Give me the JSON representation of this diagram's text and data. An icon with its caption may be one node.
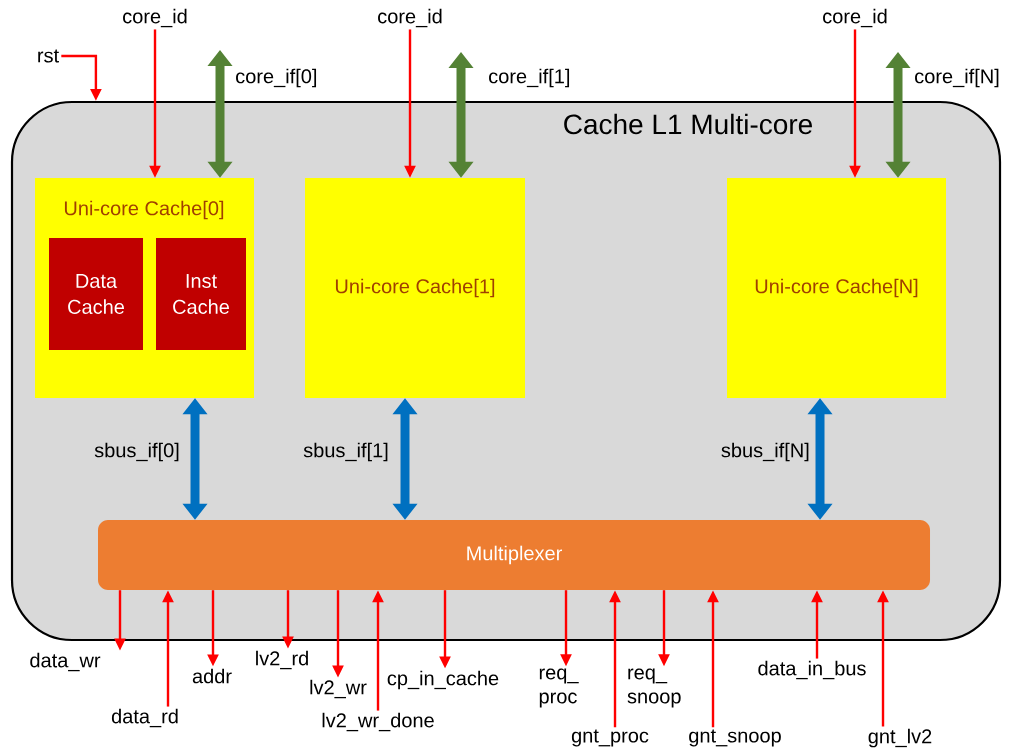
{
  "diagram": {
    "nodes": [
      {
        "text": [
          "Cache L1 Multi-core"
        ]
      },
      {
        "text": [
          "Uni-core Cache[0]"
        ],
        "in": 0
      },
      {
        "text": [
          "Data Cache"
        ],
        "in": 1
      },
      {
        "text": [
          "Inst Cache"
        ],
        "in": 1
      },
      {
        "text": [
          "Uni-core Cache[1]"
        ],
        "in": 0
      },
      {
        "text": [
          "Uni-core Cache[N]"
        ],
        "in": 0
      },
      {
        "text": [
          "Multiplexer"
        ],
        "in": 0
      },
      {
        "text": [
          "rst"
        ]
      },
      {
        "text": [
          "core_id"
        ]
      },
      {
        "text": [
          "core_id"
        ]
      },
      {
        "text": [
          "core_id"
        ]
      },
      {
        "text": [
          "data_wr"
        ]
      },
      {
        "text": [
          "data_rd"
        ]
      },
      {
        "text": [
          "addr"
        ]
      },
      {
        "text": [
          "lv2_rd"
        ]
      },
      {
        "text": [
          "lv2_wr"
        ]
      },
      {
        "text": [
          "lv2_wr_done"
        ]
      },
      {
        "text": [
          "cp_in_cache"
        ]
      },
      {
        "text": [
          "req_ proc"
        ]
      },
      {
        "text": [
          "gnt_proc"
        ]
      },
      {
        "text": [
          "req_ snoop"
        ]
      },
      {
        "text": [
          "gnt_snoop"
        ]
      },
      {
        "text": [
          "data_in_bus"
        ]
      },
      {
        "text": [
          "gnt_lv2"
        ]
      }
    ],
    "edges": [
      {
        "from": 7,
        "to": 0,
        "arrow": "to"
      },
      {
        "from": 8,
        "to": 1,
        "arrow": "to"
      },
      {
        "from": 9,
        "to": 4,
        "arrow": "to"
      },
      {
        "from": 10,
        "to": 5,
        "arrow": "to"
      },
      {
        "from": null,
        "to": 1,
        "arrow": "both",
        "label": "core_if[0]",
        "style": "thick",
        "color": "#548235"
      },
      {
        "from": null,
        "to": 4,
        "arrow": "both",
        "label": "core_if[1]",
        "style": "thick",
        "color": "#548235"
      },
      {
        "from": null,
        "to": 5,
        "arrow": "both",
        "label": "core_if[N]",
        "style": "thick",
        "color": "#548235"
      },
      {
        "from": 1,
        "to": 6,
        "arrow": "both",
        "label": "sbus_if[0]",
        "style": "thick",
        "color": "#0070c0"
      },
      {
        "from": 4,
        "to": 6,
        "arrow": "both",
        "label": "sbus_if[1]",
        "style": "thick",
        "color": "#0070c0"
      },
      {
        "from": 5,
        "to": 6,
        "arrow": "both",
        "label": "sbus_if[N]",
        "style": "thick",
        "color": "#0070c0"
      },
      {
        "from": 6,
        "to": 11,
        "arrow": "to"
      },
      {
        "from": 12,
        "to": 6,
        "arrow": "to"
      },
      {
        "from": 6,
        "to": 13,
        "arrow": "to"
      },
      {
        "from": 6,
        "to": 14,
        "arrow": "to"
      },
      {
        "from": 6,
        "to": 15,
        "arrow": "to"
      },
      {
        "from": 16,
        "to": 6,
        "arrow": "to"
      },
      {
        "from": 6,
        "to": 17,
        "arrow": "to"
      },
      {
        "from": 6,
        "to": 18,
        "arrow": "to"
      },
      {
        "from": 19,
        "to": 6,
        "arrow": "to"
      },
      {
        "from": 6,
        "to": 20,
        "arrow": "to"
      },
      {
        "from": 21,
        "to": 6,
        "arrow": "to"
      },
      {
        "from": 22,
        "to": 6,
        "arrow": "to"
      },
      {
        "from": 23,
        "to": 6,
        "arrow": "to"
      }
    ]
  }
}
